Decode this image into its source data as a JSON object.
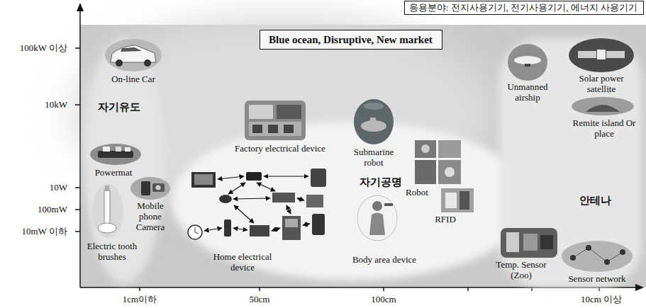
{
  "diagram": {
    "nodes": [
      {
        "text": [
          "응용분야: 전지사용기기, 전기사용기기, 에너지 사용기기"
        ]
      },
      {
        "text": [
          "Blue ocean, Disruptive, New market"
        ]
      },
      {
        "text": [
          "자기유도"
        ]
      },
      {
        "text": [
          "자기공명"
        ]
      },
      {
        "text": [
          "안테나"
        ]
      }
    ],
    "labels": [
      "100kW 이상",
      "On-line Car",
      "10kW",
      "Unmanned airship",
      "Solar power satellite",
      "Remite island Or place",
      "Factory electrical device",
      "Submarine robot",
      "Powermat",
      "10W",
      "Robot",
      "Mobile phone Camera",
      "100mW",
      "RFID",
      "10mW 이하",
      "Electric tooth brushes",
      "Home electrical device",
      "Body area device",
      "Temp. Sensor (Zoo)",
      "Sensor network",
      "1cm이하",
      "50cm",
      "100cm",
      "10cm 이상"
    ]
  }
}
